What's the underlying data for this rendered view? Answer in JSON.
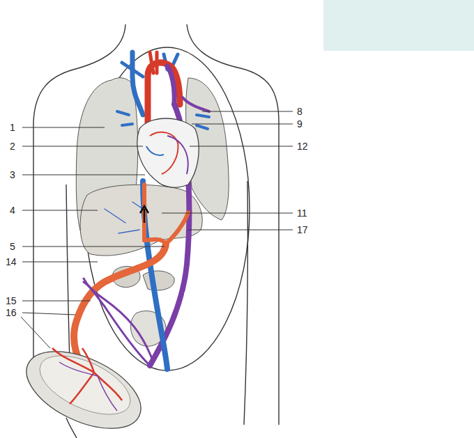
{
  "diagram": {
    "labels": [
      "1",
      "2",
      "3",
      "4",
      "5",
      "14",
      "15",
      "16",
      "8",
      "9",
      "12",
      "11",
      "17"
    ]
  }
}
